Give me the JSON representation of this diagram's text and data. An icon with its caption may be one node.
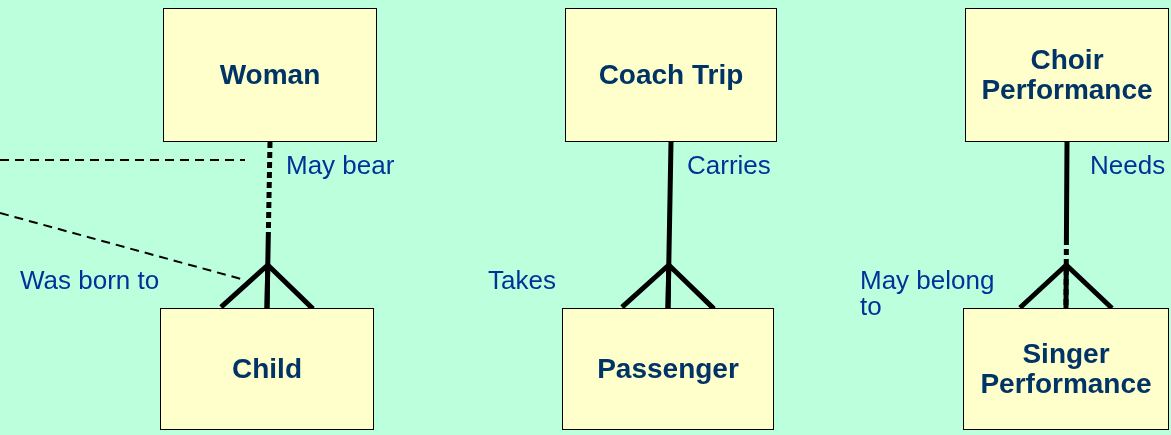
{
  "diagram": {
    "nodes": [
      {
        "text": [
          "Woman"
        ]
      },
      {
        "text": [
          "Child"
        ]
      },
      {
        "text": [
          "Coach Trip"
        ]
      },
      {
        "text": [
          "Passenger"
        ]
      },
      {
        "text": [
          "Choir Performance"
        ]
      },
      {
        "text": [
          "Singer Performance"
        ]
      }
    ],
    "edges": [
      {
        "from": 0,
        "to": 1,
        "arrow": "other",
        "label": "May bear",
        "style": "dashed"
      },
      {
        "from": 2,
        "to": 3,
        "arrow": "other",
        "label": "Carries"
      },
      {
        "from": 4,
        "to": 5,
        "arrow": "other",
        "label": "Needs",
        "style": "dashed"
      }
    ],
    "labels": [
      "Was born to",
      "Takes",
      "May belong to"
    ]
  }
}
